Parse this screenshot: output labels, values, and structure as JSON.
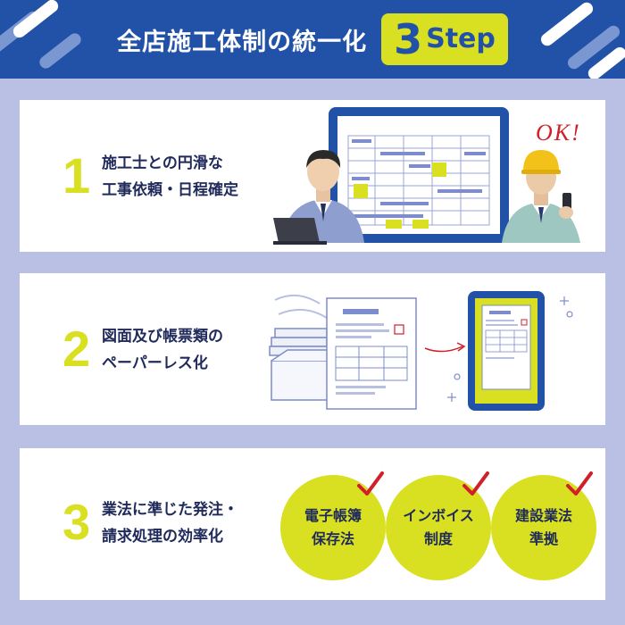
{
  "header": {
    "title": "全店施工体制の統一化",
    "step_number": "3",
    "step_word": "Step"
  },
  "steps": [
    {
      "number": "1",
      "lines": [
        "施工士との円滑な",
        "工事依頼・日程確定"
      ]
    },
    {
      "number": "2",
      "lines": [
        "図面及び帳票類の",
        "ペーパーレス化"
      ]
    },
    {
      "number": "3",
      "lines": [
        "業法に準じた発注・",
        "請求処理の効率化"
      ]
    }
  ],
  "ok_text": "OK!",
  "badges": [
    {
      "lines": [
        "電子帳簿",
        "保存法"
      ]
    },
    {
      "lines": [
        "インボイス",
        "制度"
      ]
    },
    {
      "lines": [
        "建設業法",
        "準拠"
      ]
    }
  ],
  "colors": {
    "header_blue": "#2152a8",
    "accent_yellow": "#d9e021",
    "background_lavender": "#b9c0e4",
    "text_navy": "#1f2a5a",
    "check_red": "#d0202a"
  }
}
